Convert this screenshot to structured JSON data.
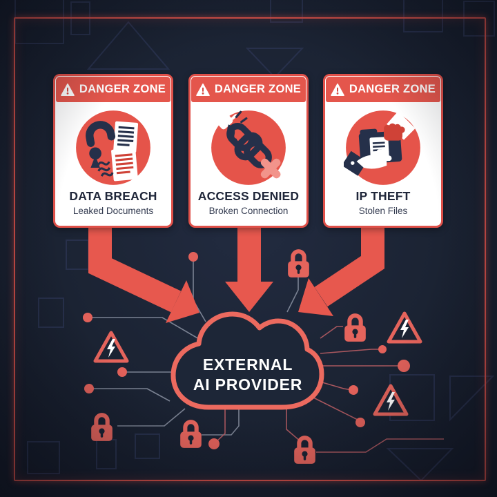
{
  "colors": {
    "background_navy": "#1b2333",
    "frame_red": "#d14e47",
    "danger_red": "#e4564c",
    "salmon_accent": "#e5645c",
    "cloud_outline": "#ec6a5f",
    "cloud_fill": "#1d2637",
    "card_white": "#ffffff",
    "icon_navy": "#25304a",
    "title_dark": "#20273a",
    "subtitle_gray": "#333b50",
    "circuit_trace_gray": "#9aa1b1",
    "circuit_trace_red": "#b05a61",
    "text_white": "#ffffff"
  },
  "cards": [
    {
      "header": "DANGER ZONE",
      "title": "DATA BREACH",
      "subtitle": "Leaked Documents",
      "icon": "unlocked-padlock-leaked-documents-icon"
    },
    {
      "header": "DANGER ZONE",
      "title": "ACCESS DENIED",
      "subtitle": "Broken Connection",
      "icon": "broken-chain-icon"
    },
    {
      "header": "DANGER ZONE",
      "title": "IP THEFT",
      "subtitle": "Stolen Files",
      "icon": "hand-stealing-folder-icon"
    }
  ],
  "cloud": {
    "line1": "EXTERNAL",
    "line2": "AI PROVIDER"
  },
  "icons": {
    "header_warning": "warning-triangle-icon",
    "padlock": "padlock-icon",
    "hazard": "electric-hazard-triangle-icon",
    "arrow": "down-arrow"
  },
  "decorations": {
    "padlock_count": 5,
    "hazard_triangle_count": 3,
    "arrow_count": 3
  }
}
